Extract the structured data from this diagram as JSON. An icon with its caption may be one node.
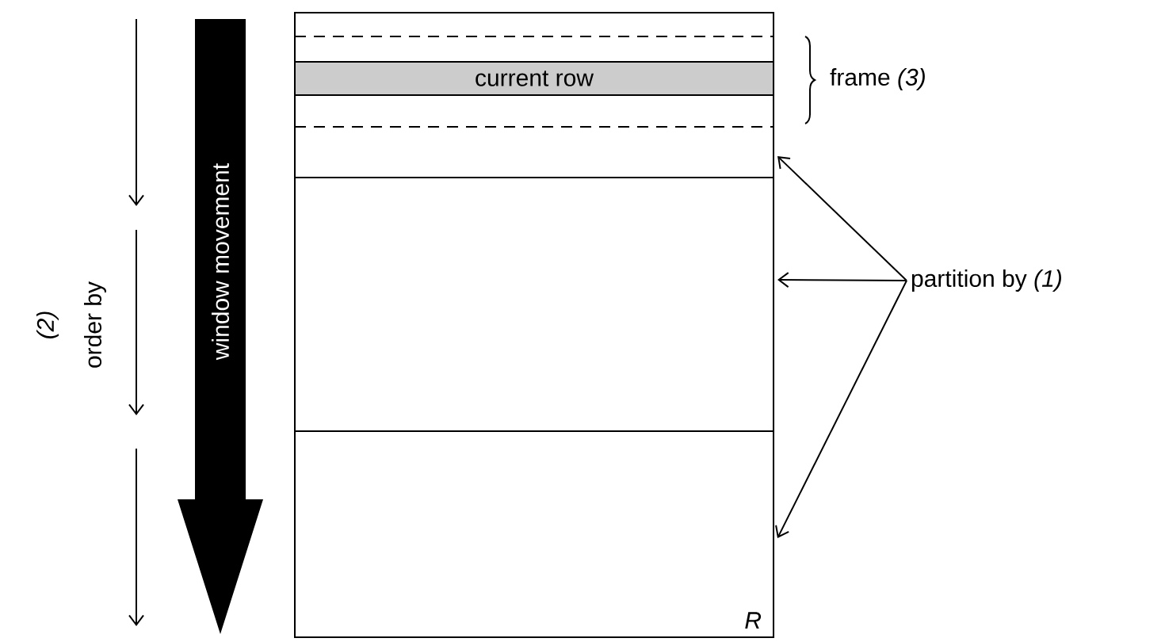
{
  "diagram": {
    "nodes": [
      {
        "text": [
          "window movement"
        ]
      },
      {
        "text": [],
        "shape": "box"
      },
      {
        "text": [],
        "shape": "box",
        "in": 1
      },
      {
        "text": [],
        "shape": "box",
        "in": 1
      },
      {
        "text": [],
        "shape": "box",
        "in": 1
      },
      {
        "text": [
          "current row"
        ],
        "in": 2
      },
      {
        "text": [
          "partition by *(1)*"
        ]
      }
    ],
    "edges": [
      {
        "from": 6,
        "to": 2,
        "arrow": "to"
      },
      {
        "from": 6,
        "to": 3,
        "arrow": "to"
      },
      {
        "from": 6,
        "to": 4,
        "arrow": "to"
      }
    ],
    "labels": [
      "frame *(3)*",
      "*(2)*",
      "order by",
      "*R*"
    ]
  }
}
